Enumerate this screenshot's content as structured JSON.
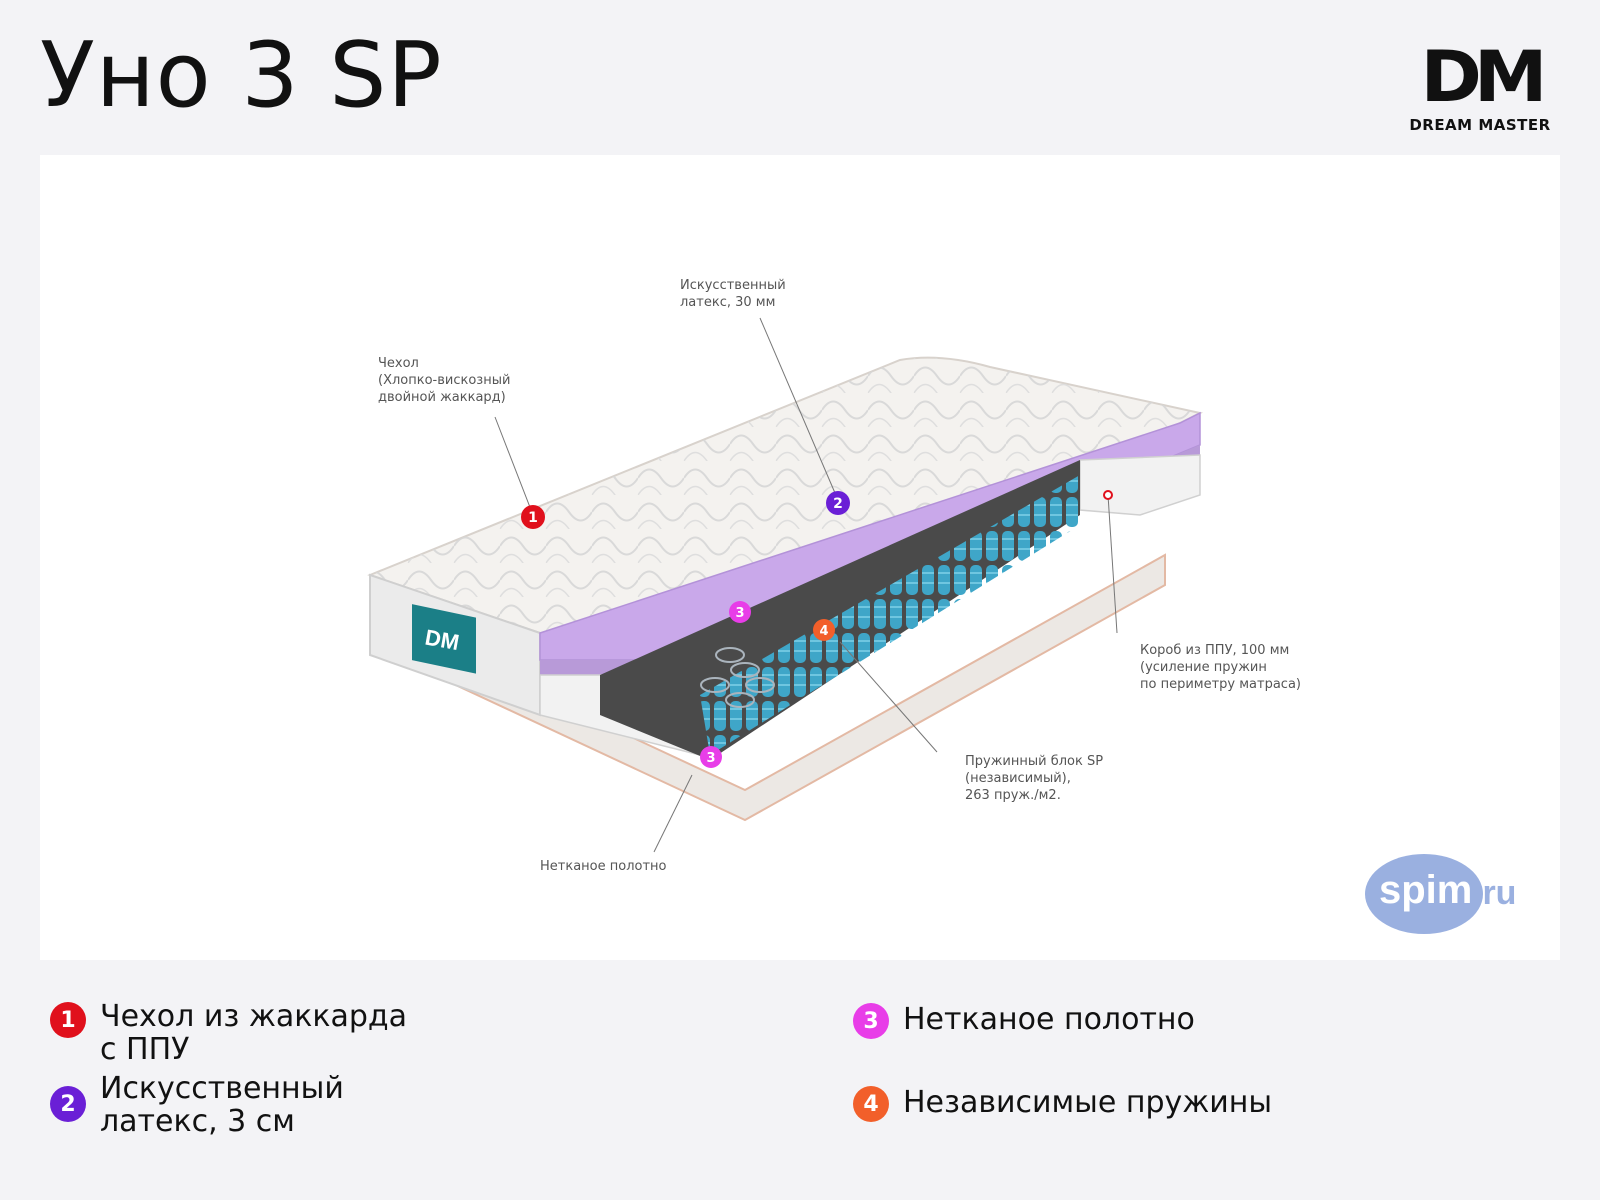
{
  "title": "Уно 3 SP",
  "brand": {
    "mark": "DM",
    "name": "DREAM MASTER"
  },
  "watermark": {
    "main": "spim",
    "suffix": ".ru"
  },
  "colors": {
    "red": "#e0101c",
    "purple": "#6a1fd6",
    "pink": "#e83de8",
    "orange": "#f25f2a",
    "latex": "#c9a8ea",
    "spring": "#3fa6c8"
  },
  "markers": {
    "m1": "1",
    "m2": "2",
    "m3a": "3",
    "m3b": "3",
    "m4": "4"
  },
  "callouts": {
    "cover": "Чехол\n(Хлопко-вискозный\nдвойной жаккард)",
    "latex": "Искусственный\nлатекс, 30 мм",
    "box": "Короб из ППУ, 100 мм\n(усиление пружин\nпо периметру матраса)",
    "spring": "Пружинный блок SP\n(независимый),\n263 пруж./м2.",
    "nonwoven": "Нетканое полотно"
  },
  "legend": [
    {
      "num": "1",
      "label": "Чехол из жаккарда\nс ППУ"
    },
    {
      "num": "2",
      "label": "Искусственный\nлатекс, 3 см"
    },
    {
      "num": "3",
      "label": "Нетканое полотно"
    },
    {
      "num": "4",
      "label": "Независимые пружины"
    }
  ]
}
